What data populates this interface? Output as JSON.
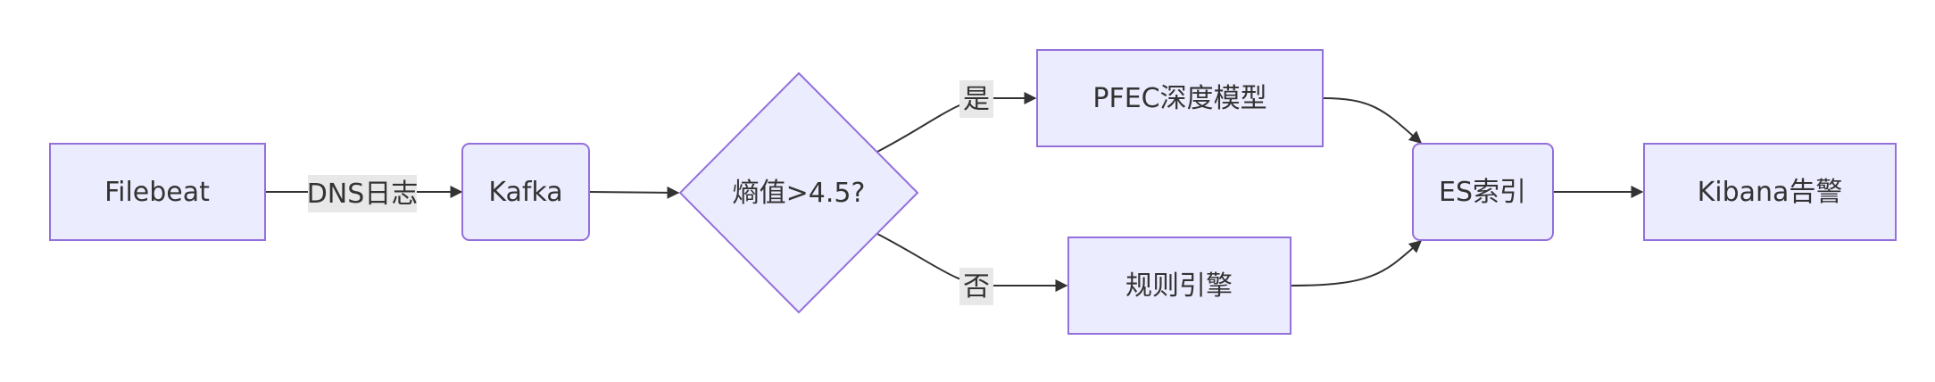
{
  "nodes": {
    "filebeat": "Filebeat",
    "kafka": "Kafka",
    "entropy": "熵值>4.5?",
    "pfec": "PFEC深度模型",
    "rules": "规则引擎",
    "es": "ES索引",
    "kibana": "Kibana告警"
  },
  "edges": {
    "filebeat_kafka": "DNS日志",
    "yes": "是",
    "no": "否"
  },
  "colors": {
    "node_fill": "#ECECFF",
    "node_stroke": "#9370DB",
    "edge": "#333333",
    "edge_label_bg": "#E8E8E8",
    "text": "#333333"
  }
}
